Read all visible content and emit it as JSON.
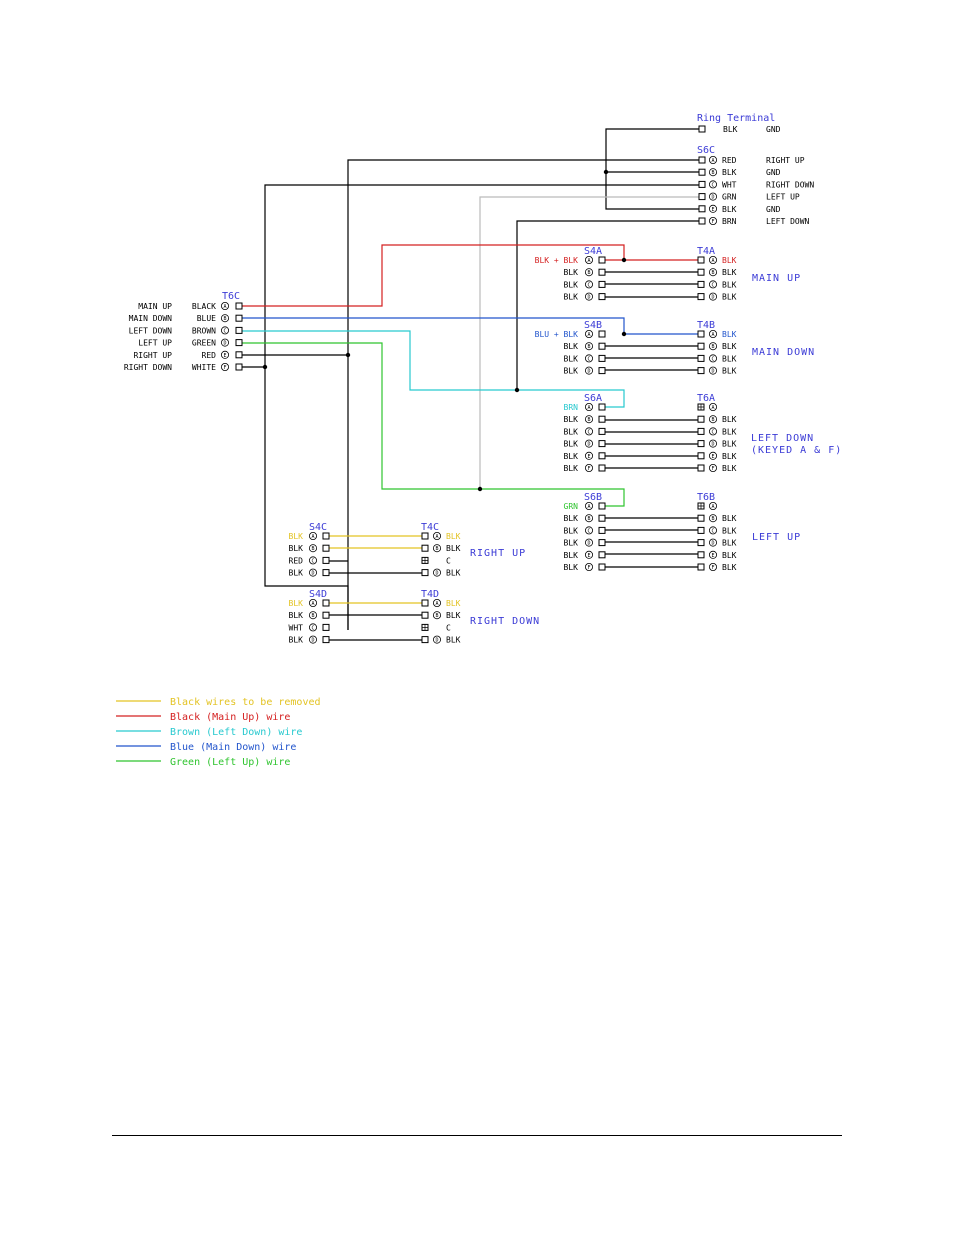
{
  "colors": {
    "black": "#000000",
    "red": "#d42020",
    "blue": "#2255cc",
    "cyan": "#27c9cf",
    "green": "#2fc42f",
    "yellow": "#e3c323",
    "gray": "#bbbbbb",
    "title_blue": "#3b3bd6"
  },
  "connectors": {
    "ring": {
      "title": "Ring Terminal",
      "pins": [
        {
          "c1": "BLK",
          "c2": "GND"
        }
      ]
    },
    "s6c": {
      "title": "S6C",
      "pins": [
        {
          "pin": "A",
          "c1": "RED",
          "c2": "RIGHT UP"
        },
        {
          "pin": "B",
          "c1": "BLK",
          "c2": "GND"
        },
        {
          "pin": "C",
          "c1": "WHT",
          "c2": "RIGHT DOWN"
        },
        {
          "pin": "D",
          "c1": "GRN",
          "c2": "LEFT UP"
        },
        {
          "pin": "E",
          "c1": "BLK",
          "c2": "GND"
        },
        {
          "pin": "F",
          "c1": "BRN",
          "c2": "LEFT DOWN"
        }
      ]
    },
    "t6c": {
      "title": "T6C",
      "pins": [
        {
          "name": "MAIN UP",
          "color": "BLACK",
          "pin": "A"
        },
        {
          "name": "MAIN DOWN",
          "color": "BLUE",
          "pin": "B"
        },
        {
          "name": "LEFT DOWN",
          "color": "BROWN",
          "pin": "C"
        },
        {
          "name": "LEFT UP",
          "color": "GREEN",
          "pin": "D"
        },
        {
          "name": "RIGHT UP",
          "color": "RED",
          "pin": "E"
        },
        {
          "name": "RIGHT DOWN",
          "color": "WHITE",
          "pin": "F"
        }
      ]
    },
    "s4a": {
      "title": "S4A",
      "left": [
        "BLK + BLK",
        "BLK",
        "BLK",
        "BLK"
      ],
      "pins": [
        "A",
        "B",
        "C",
        "D"
      ]
    },
    "t4a": {
      "title": "T4A",
      "pins": [
        "A",
        "B",
        "C",
        "D"
      ],
      "right": [
        "BLK",
        "BLK",
        "BLK",
        "BLK"
      ],
      "label": "MAIN UP"
    },
    "s4b": {
      "title": "S4B",
      "left": [
        "BLU + BLK",
        "BLK",
        "BLK",
        "BLK"
      ],
      "pins": [
        "A",
        "B",
        "C",
        "D"
      ]
    },
    "t4b": {
      "title": "T4B",
      "pins": [
        "A",
        "B",
        "C",
        "D"
      ],
      "right": [
        "BLK",
        "BLK",
        "BLK",
        "BLK"
      ],
      "label": "MAIN DOWN"
    },
    "s6a": {
      "title": "S6A",
      "left": [
        "BRN",
        "BLK",
        "BLK",
        "BLK",
        "BLK",
        "BLK"
      ],
      "pins": [
        "A",
        "B",
        "C",
        "D",
        "E",
        "F"
      ]
    },
    "t6a": {
      "title": "T6A",
      "pins": [
        "⊞",
        "B",
        "C",
        "D",
        "E",
        "F"
      ],
      "right": [
        "",
        "BLK",
        "BLK",
        "BLK",
        "BLK",
        "BLK"
      ],
      "label_line1": "LEFT DOWN",
      "label_line2": "(KEYED A & F)"
    },
    "s6b": {
      "title": "S6B",
      "left": [
        "GRN",
        "BLK",
        "BLK",
        "BLK",
        "BLK",
        "BLK"
      ],
      "pins": [
        "A",
        "B",
        "C",
        "D",
        "E",
        "F"
      ]
    },
    "t6b": {
      "title": "T6B",
      "pins": [
        "⊞",
        "B",
        "C",
        "D",
        "E",
        "F"
      ],
      "right": [
        "",
        "BLK",
        "BLK",
        "BLK",
        "BLK",
        "BLK"
      ],
      "label": "LEFT UP"
    },
    "s4c": {
      "title": "S4C",
      "left": [
        "BLK",
        "BLK",
        "RED",
        "BLK"
      ],
      "pins": [
        "A",
        "B",
        "C",
        "D"
      ]
    },
    "t4c": {
      "title": "T4C",
      "pins": [
        "A",
        "B",
        "⊞",
        "D"
      ],
      "right": [
        "BLK",
        "BLK",
        "C",
        "BLK"
      ],
      "label": "RIGHT UP"
    },
    "s4d": {
      "title": "S4D",
      "left": [
        "BLK",
        "BLK",
        "WHT",
        "BLK"
      ],
      "pins": [
        "A",
        "B",
        "C",
        "D"
      ]
    },
    "t4d": {
      "title": "T4D",
      "pins": [
        "A",
        "B",
        "⊞",
        "D"
      ],
      "right": [
        "BLK",
        "BLK",
        "C",
        "BLK"
      ],
      "label": "RIGHT DOWN"
    }
  },
  "legend": [
    {
      "text": "Black wires to be removed",
      "color": "yellow"
    },
    {
      "text": "Black (Main Up) wire",
      "color": "red"
    },
    {
      "text": "Brown (Left Down) wire",
      "color": "cyan"
    },
    {
      "text": "Blue (Main Down) wire",
      "color": "blue"
    },
    {
      "text": "Green (Left Up) wire",
      "color": "green"
    }
  ]
}
